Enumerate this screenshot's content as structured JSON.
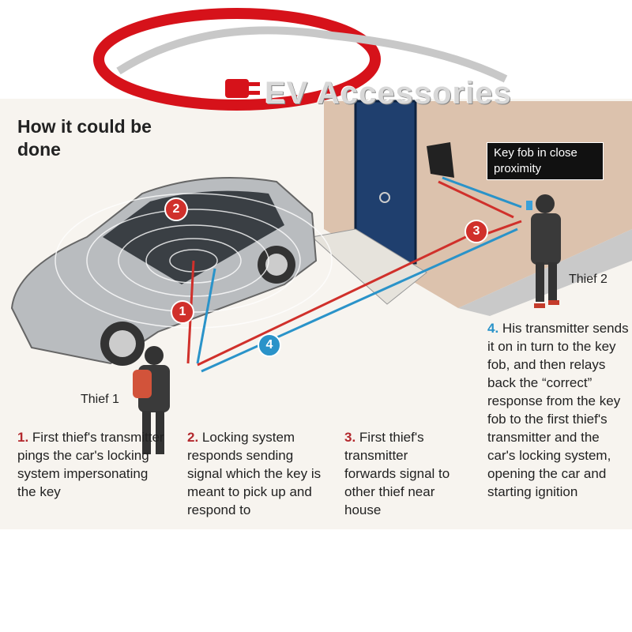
{
  "logo": {
    "brand": "EV Accessories"
  },
  "title": "How it could be done",
  "callout": "Key fob in close proximity",
  "labels": {
    "thief1": "Thief 1",
    "thief2": "Thief 2"
  },
  "badges": [
    "1",
    "2",
    "3",
    "4"
  ],
  "steps": [
    {
      "num": "1.",
      "text": "First thief's transmitter pings the car's locking system impersonating the key"
    },
    {
      "num": "2.",
      "text": "Locking system responds sending signal which the key is meant to pick up and respond to"
    },
    {
      "num": "3.",
      "text": "First thief's transmitter forwards signal to other thief near house"
    },
    {
      "num": "4.",
      "text": "His transmitter sends it on in turn to the key fob, and then relays back the “correct” response from the key fob to the first thief's transmitter and the car's locking system, opening the car and starting ignition"
    }
  ],
  "colors": {
    "red": "#d0302b",
    "blue": "#2a93c9",
    "wall": "#dcc2ad",
    "door": "#1f3f6e"
  }
}
